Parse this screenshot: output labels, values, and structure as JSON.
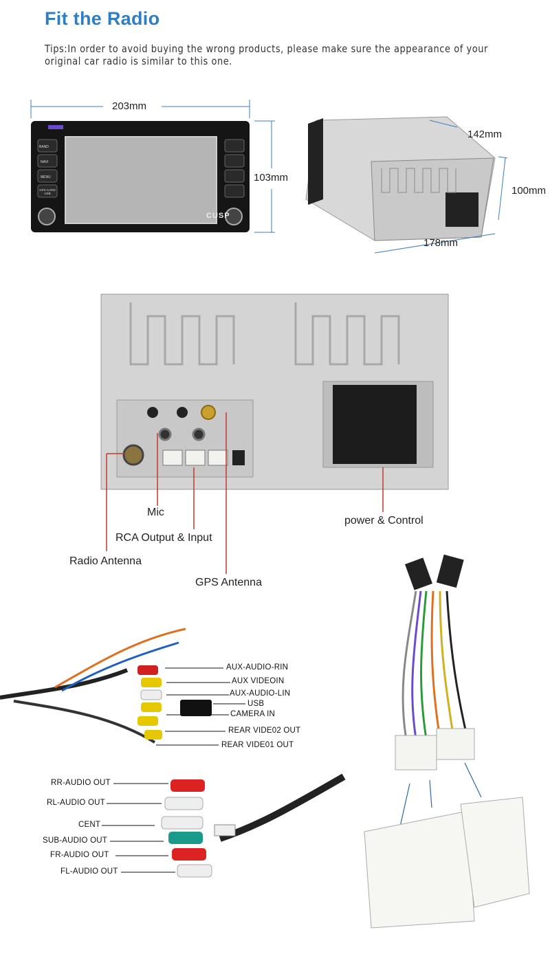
{
  "header": {
    "title": "Fit the Radio",
    "tips": "Tips:In order to avoid buying the wrong products, please make sure the appearance of your original car radio is similar to this one."
  },
  "dimensions": {
    "width": "203mm",
    "height": "103mm",
    "depth": "142mm",
    "rear_height": "100mm",
    "rear_width": "178mm"
  },
  "front_buttons": [
    "BAND",
    "NAVI",
    "MENU",
    "GPS CARD USB"
  ],
  "brand": "CUSP",
  "ports": {
    "mic": "Mic",
    "rca": "RCA Output & Input",
    "radio_antenna": "Radio Antenna",
    "gps_antenna": "GPS Antenna",
    "power": "power & Control"
  },
  "cable_upper": [
    "AUX-AUDIO-RIN",
    "AUX VIDEOIN",
    "AUX-AUDIO-LIN",
    "USB",
    "CAMERA IN",
    "REAR VIDE02 OUT",
    "REAR VIDE01 OUT"
  ],
  "cable_lower": [
    "RR-AUDIO OUT",
    "RL-AUDIO OUT",
    "CENT",
    "SUB-AUDIO OUT",
    "FR-AUDIO OUT",
    "FL-AUDIO OUT"
  ],
  "colors": {
    "title": "#2f7fc0",
    "leader": "#c0392b"
  }
}
